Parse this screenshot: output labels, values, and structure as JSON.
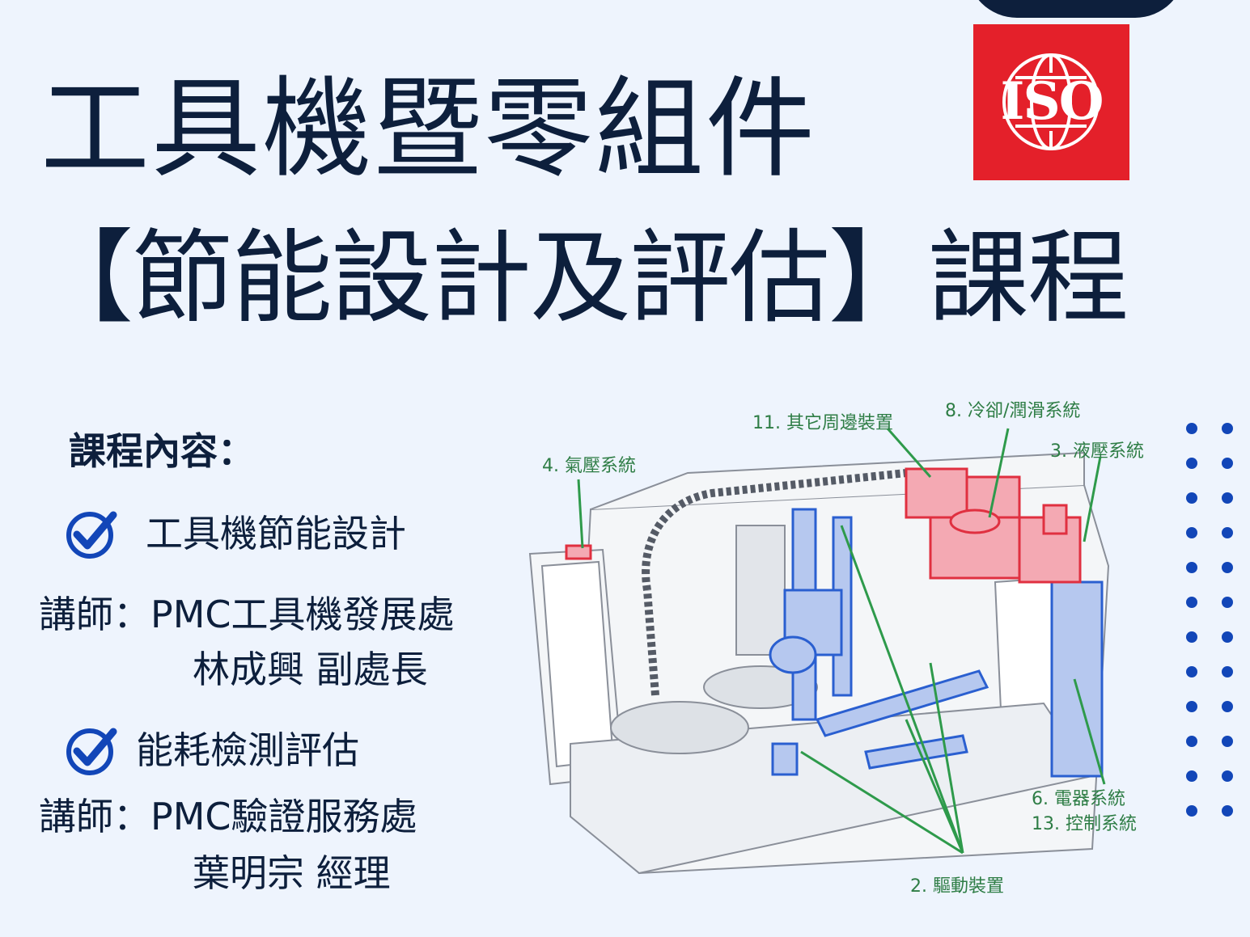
{
  "header": {
    "title_line1": "工具機暨零組件",
    "title_line2": "【節能設計及評估】課程",
    "logo_text": "ISO"
  },
  "content": {
    "heading": "課程內容：",
    "courses": [
      {
        "label": "工具機節能設計",
        "teacher_line": "講師：PMC工具機發展處",
        "teacher_name": "林成興 副處長"
      },
      {
        "label": "能耗檢測評估",
        "teacher_line": "講師：PMC驗證服務處",
        "teacher_name": "葉明宗 經理"
      }
    ]
  },
  "diagram": {
    "callouts": {
      "c11": "11. 其它周邊裝置",
      "c8": "8. 冷卻/潤滑系統",
      "c4": "4. 氣壓系統",
      "c3": "3. 液壓系統",
      "c6": "6. 電器系統",
      "c13": "13. 控制系統",
      "c2": "2. 驅動裝置"
    }
  },
  "colors": {
    "background": "#eef4fd",
    "navy": "#0d1f3c",
    "iso_red": "#e4202a",
    "accent_blue": "#1246b8",
    "callout_green": "#2e7d45",
    "hydraulic_red": "#e03040",
    "drive_blue": "#2a5fd0"
  },
  "icons": [
    "check-circle-icon",
    "globe-icon",
    "machine-diagram"
  ]
}
